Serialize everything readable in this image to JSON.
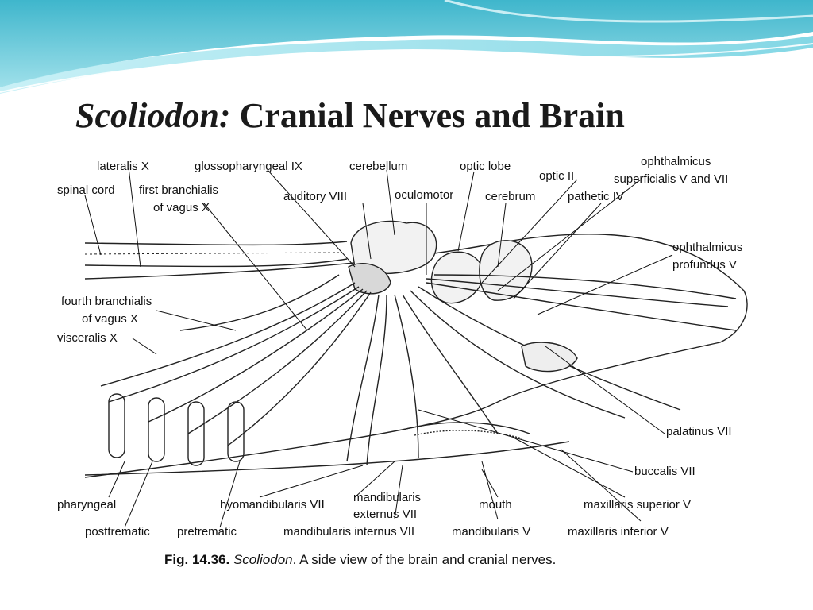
{
  "slide": {
    "title_italic": "Scoliodon:",
    "title_rest": " Cranial Nerves and Brain",
    "accent_color": "#5bc8d8"
  },
  "figure": {
    "labels": {
      "lateralis": "lateralis X",
      "glossopharyngeal": "glossopharyngeal IX",
      "cerebellum": "cerebellum",
      "optic_lobe": "optic lobe",
      "ophthalmicus_sup_1": "ophthalmicus",
      "ophthalmicus_sup_2": "superficialis V and VII",
      "optic": "optic II",
      "spinal_cord": "spinal cord",
      "first_branchialis_1": "first branchialis",
      "first_branchialis_2": "of vagus X",
      "auditory": "auditory VIII",
      "oculomotor": "oculomotor",
      "cerebrum": "cerebrum",
      "pathetic": "pathetic IV",
      "ophthalmicus_prof_1": "ophthalmicus",
      "ophthalmicus_prof_2": "profundus V",
      "fourth_branchialis_1": "fourth branchialis",
      "fourth_branchialis_2": "of vagus X",
      "visceralis": "visceralis X",
      "palatinus": "palatinus VII",
      "buccalis": "buccalis VII",
      "pharyngeal": "pharyngeal",
      "hyomandibularis": "hyomandibularis VII",
      "mandibularis_ext_1": "mandibularis",
      "mandibularis_ext_2": "externus VII",
      "mouth": "mouth",
      "maxillaris_superior": "maxillaris superior V",
      "posttrematic": "posttrematic",
      "pretrematic": "pretrematic",
      "mandibularis_internus": "mandibularis internus VII",
      "mandibularis_v": "mandibularis V",
      "maxillaris_inferior": "maxillaris inferior V"
    },
    "caption": {
      "fig_number": "Fig. 14.36.",
      "genus": "Scoliodon",
      "text": ". A side view of the brain and cranial nerves."
    }
  }
}
